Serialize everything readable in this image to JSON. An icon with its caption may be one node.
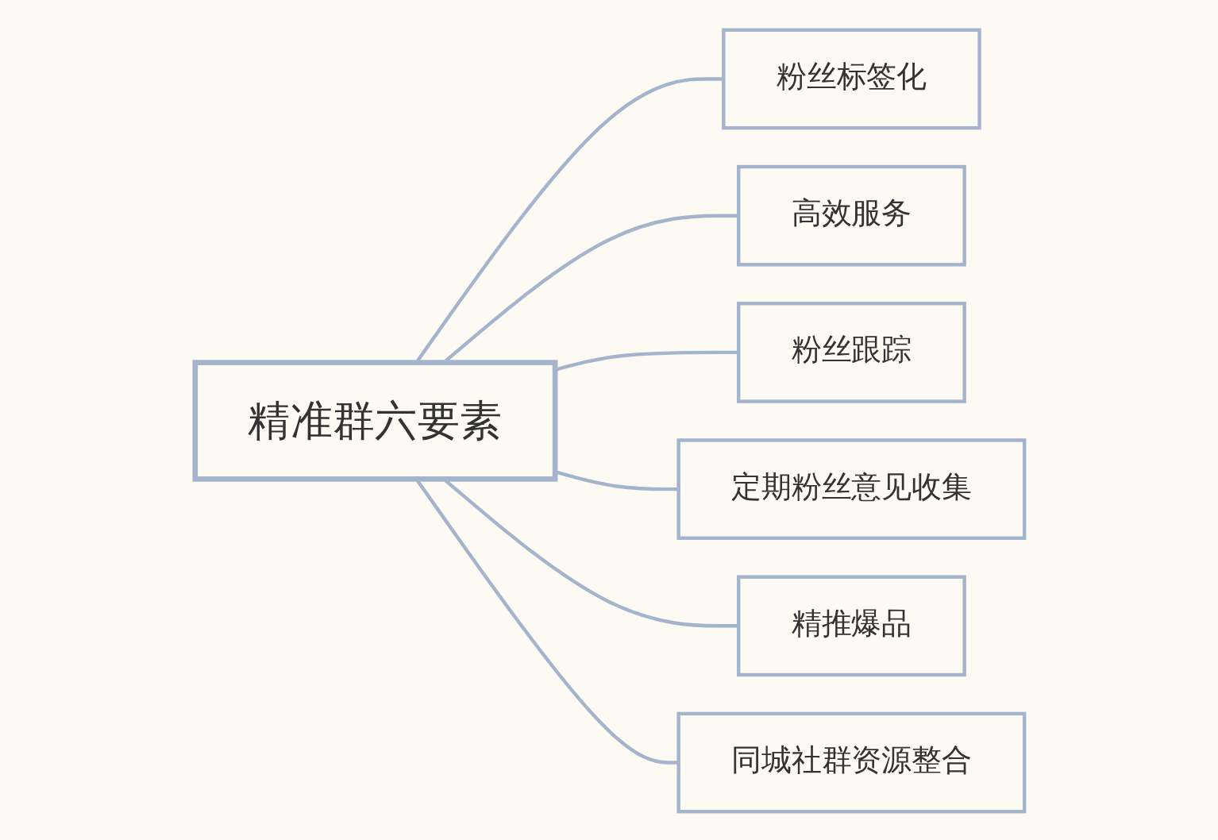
{
  "diagram": {
    "nodes": [
      {
        "text": [
          "精准群六要素"
        ]
      },
      {
        "text": [
          "粉丝标签化"
        ]
      },
      {
        "text": [
          "高效服务"
        ]
      },
      {
        "text": [
          "粉丝跟踪"
        ]
      },
      {
        "text": [
          "定期粉丝意见收集"
        ]
      },
      {
        "text": [
          "精推爆品"
        ]
      },
      {
        "text": [
          "同城社群资源整合"
        ]
      }
    ],
    "edges": [
      {
        "from": 0,
        "to": 1,
        "arrow": "none"
      },
      {
        "from": 0,
        "to": 2,
        "arrow": "none"
      },
      {
        "from": 0,
        "to": 3,
        "arrow": "none"
      },
      {
        "from": 0,
        "to": 4,
        "arrow": "none"
      },
      {
        "from": 0,
        "to": 5,
        "arrow": "none"
      },
      {
        "from": 0,
        "to": 6,
        "arrow": "none"
      }
    ]
  }
}
